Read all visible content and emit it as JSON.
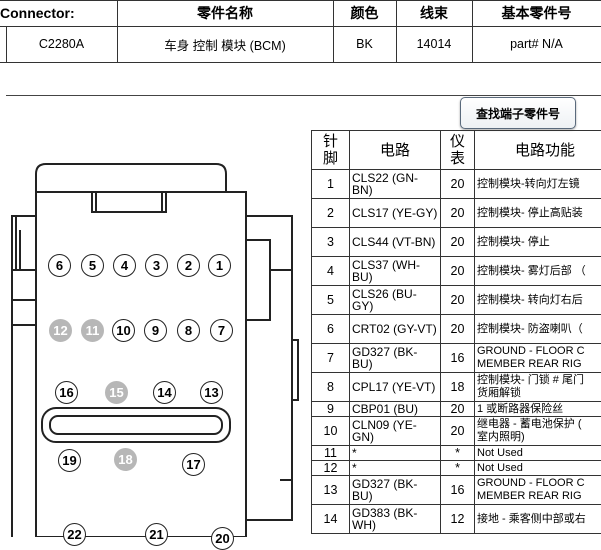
{
  "header": {
    "columns": [
      "Connector:",
      "零件名称",
      "颜色",
      "线束",
      "基本零件号"
    ],
    "row": [
      "C2280A",
      "车身 控制 模块 (BCM)",
      "BK",
      "14014",
      "part# N/A"
    ]
  },
  "lookup_button": "查找端子零件号",
  "connector_pins": {
    "p1": "1",
    "p2": "2",
    "p3": "3",
    "p4": "4",
    "p5": "5",
    "p6": "6",
    "p7": "7",
    "p8": "8",
    "p9": "9",
    "p10": "10",
    "p11": "11",
    "p12": "12",
    "p13": "13",
    "p14": "14",
    "p15": "15",
    "p16": "16",
    "p17": "17",
    "p18": "18",
    "p19": "19",
    "p21": "21",
    "p22": "22",
    "p20": "20"
  },
  "pin_table": {
    "headers": {
      "pin": "针\n脚",
      "circuit": "电路",
      "gauge": "仪\n表",
      "function": "电路功能"
    },
    "rows": [
      {
        "pin": "1",
        "circuit": "CLS22 (GN-BN)",
        "gauge": "20",
        "function": "控制模块-转向灯左镜"
      },
      {
        "pin": "2",
        "circuit": "CLS17 (YE-GY)",
        "gauge": "20",
        "function": "控制模块- 停止高贴装"
      },
      {
        "pin": "3",
        "circuit": "CLS44 (VT-BN)",
        "gauge": "20",
        "function": "控制模块- 停止"
      },
      {
        "pin": "4",
        "circuit": "CLS37 (WH-BU)",
        "gauge": "20",
        "function": "控制模块- 雾灯后部 （"
      },
      {
        "pin": "5",
        "circuit": "CLS26 (BU-GY)",
        "gauge": "20",
        "function": "控制模块- 转向灯右后"
      },
      {
        "pin": "6",
        "circuit": "CRT02 (GY-VT)",
        "gauge": "20",
        "function": "控制模块- 防盗喇叭（"
      },
      {
        "pin": "7",
        "circuit": "GD327 (BK-BU)",
        "gauge": "16",
        "function": "GROUND - FLOOR C\nMEMBER REAR RIG"
      },
      {
        "pin": "8",
        "circuit": "CPL17 (YE-VT)",
        "gauge": "18",
        "function": "控制模块- 门锁 # 尾门\n货厢解锁"
      },
      {
        "pin": "9",
        "circuit": "CBP01 (BU)",
        "gauge": "20",
        "function": "1 或断路器保险丝"
      },
      {
        "pin": "10",
        "circuit": "CLN09 (YE-GN)",
        "gauge": "20",
        "function": "继电器 - 蓄电池保护 (\n室内照明)"
      },
      {
        "pin": "11",
        "circuit": "*",
        "gauge": "*",
        "function": "Not Used"
      },
      {
        "pin": "12",
        "circuit": "*",
        "gauge": "*",
        "function": "Not Used"
      },
      {
        "pin": "13",
        "circuit": "GD327 (BK-BU)",
        "gauge": "16",
        "function": "GROUND - FLOOR C\nMEMBER REAR RIG"
      },
      {
        "pin": "14",
        "circuit": "GD383 (BK-WH)",
        "gauge": "12",
        "function": "接地 - 乘客侧中部或右"
      }
    ]
  }
}
